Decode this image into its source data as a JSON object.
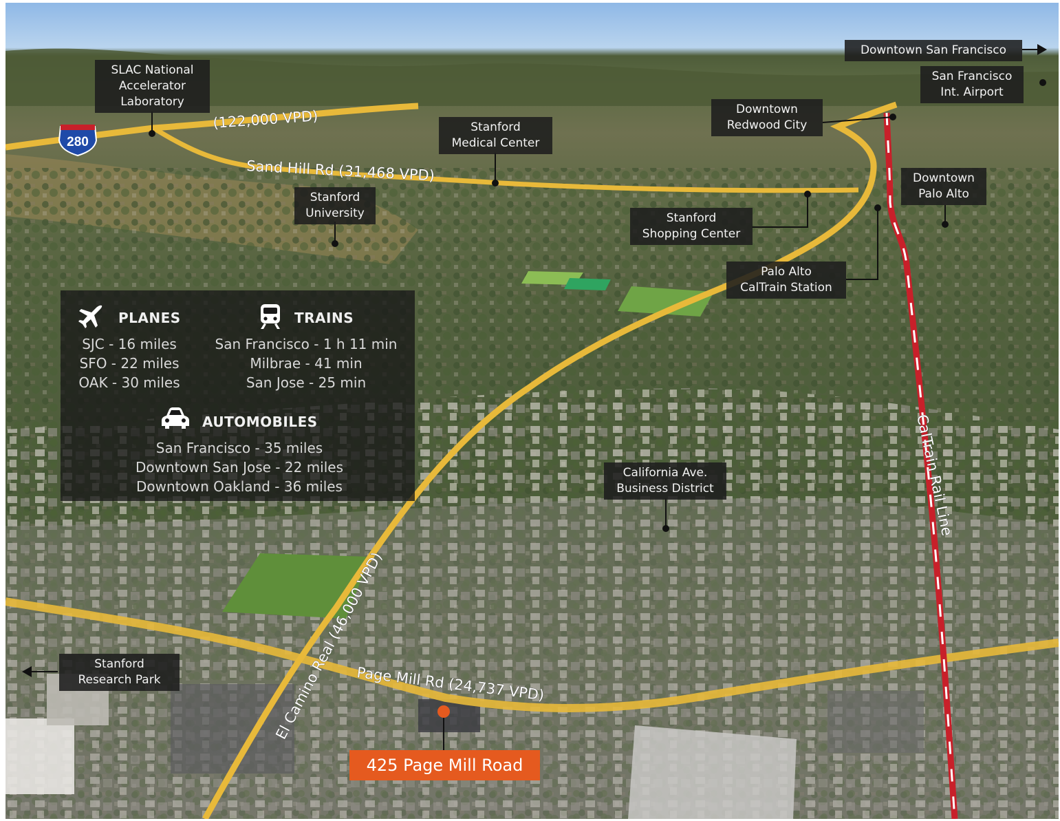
{
  "labels": {
    "slac": "SLAC National\nAccelerator\nLaboratory",
    "stanford_medical": "Stanford\nMedical Center",
    "stanford_university": "Stanford\nUniversity",
    "downtown_redwood": "Downtown\nRedwood City",
    "downtown_sf": "Downtown San Francisco",
    "sf_airport": "San Francisco\nInt. Airport",
    "downtown_palo_alto": "Downtown\nPalo Alto",
    "stanford_shopping": "Stanford\nShopping Center",
    "caltrain_station": "Palo Alto\nCalTrain Station",
    "california_ave": "California Ave.\nBusiness District",
    "stanford_research": "Stanford\nResearch Park",
    "target": "425 Page Mill Road"
  },
  "roads": {
    "i280_traffic": "(122,000 VPD)",
    "sand_hill": "Sand Hill Rd (31,468 VPD)",
    "el_camino": "El Camino Real (46,000 VPD)",
    "page_mill": "Page Mill Rd (24,737 VPD)",
    "caltrain_line": "CalTrain Rail Line",
    "shield_number": "280"
  },
  "panel": {
    "planes_title": "PLANES",
    "planes_lines": "SJC - 16 miles\nSFO - 22 miles\nOAK - 30 miles",
    "trains_title": "TRAINS",
    "trains_lines": "San Francisco - 1 h 11 min\nMilbrae - 41 min\nSan Jose - 25 min",
    "automobiles_title": "AUTOMOBILES",
    "automobiles_lines": "San Francisco - 35 miles\nDowntown San Jose - 22 miles\nDowntown Oakland - 36 miles",
    "planes_icon": "airplane-icon",
    "trains_icon": "train-icon",
    "automobiles_icon": "car-icon"
  },
  "colors": {
    "road": "#e8b93a",
    "rail": "#c8202a",
    "target": "#e55a1f",
    "label_bg": "#1e1e1e"
  }
}
